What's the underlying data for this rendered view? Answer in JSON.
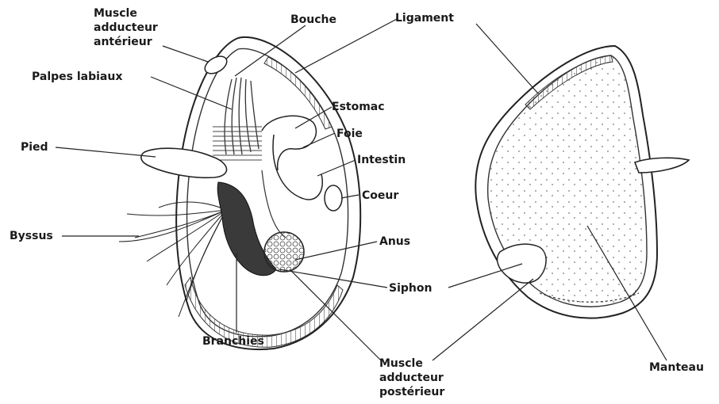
{
  "diagram": {
    "labels": {
      "muscle_adducteur_anterieur": [
        "Muscle",
        "adducteur",
        "antérieur"
      ],
      "bouche": "Bouche",
      "ligament": "Ligament",
      "palpes_labiaux": "Palpes labiaux",
      "estomac": "Estomac",
      "foie": "Foie",
      "pied": "Pied",
      "intestin": "Intestin",
      "coeur": "Coeur",
      "byssus": "Byssus",
      "anus": "Anus",
      "siphon": "Siphon",
      "branchies": "Branchies",
      "muscle_adducteur_posterieur": [
        "Muscle",
        "adducteur",
        "postérieur"
      ],
      "manteau": "Manteau"
    }
  }
}
